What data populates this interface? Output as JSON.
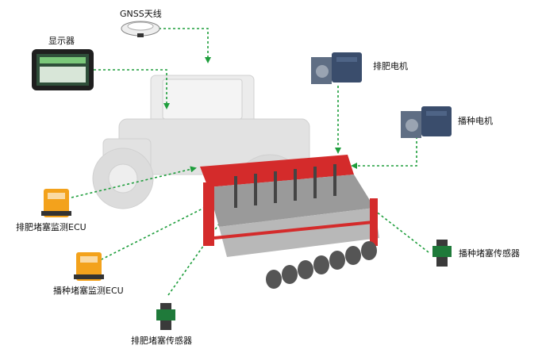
{
  "labels": {
    "gnss_antenna": "GNSS天线",
    "display": "显示器",
    "fertilizer_motor": "排肥电机",
    "seeding_motor": "播种电机",
    "fertilizer_block_ecu": "排肥堵塞监测ECU",
    "seeding_block_ecu": "播种堵塞监测ECU",
    "fertilizer_block_sensor": "排肥堵塞传感器",
    "seeding_block_sensor": "播种堵塞传感器"
  },
  "colors": {
    "connector_line": "#1e9e3c",
    "planter_frame": "#d42b2b",
    "tractor_ghost": "#d6d6d6",
    "ecu_orange": "#f3a21c",
    "motor_blue": "#3a4d6c",
    "sensor_green": "#1f7a3a"
  }
}
